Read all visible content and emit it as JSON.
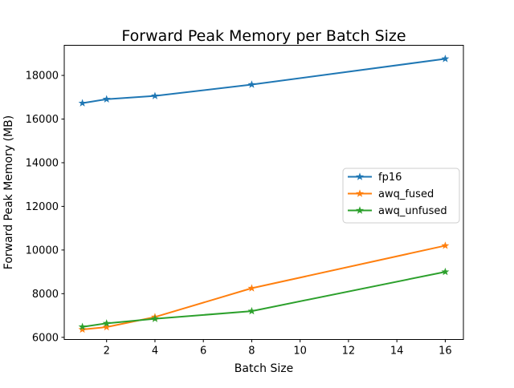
{
  "window": {
    "background": "#ffffff"
  },
  "chart_data": {
    "type": "line",
    "title": "Forward Peak Memory per Batch Size",
    "xlabel": "Batch Size",
    "ylabel": "Forward Peak Memory (MB)",
    "x": [
      1,
      2,
      4,
      8,
      16
    ],
    "series": [
      {
        "name": "fp16",
        "color": "#1f77b4",
        "marker": "star",
        "values": [
          16730,
          16910,
          17060,
          17580,
          18760
        ]
      },
      {
        "name": "awq_fused",
        "color": "#ff7f0e",
        "marker": "star",
        "values": [
          6360,
          6470,
          6930,
          8250,
          10200
        ]
      },
      {
        "name": "awq_unfused",
        "color": "#2ca02c",
        "marker": "star",
        "values": [
          6480,
          6640,
          6850,
          7200,
          9000
        ]
      }
    ],
    "x_ticks": [
      2,
      4,
      6,
      8,
      10,
      12,
      14,
      16
    ],
    "y_ticks": [
      6000,
      8000,
      10000,
      12000,
      14000,
      16000,
      18000
    ],
    "xlim": [
      0.25,
      16.75
    ],
    "ylim": [
      5900,
      19380
    ],
    "grid": false,
    "legend": {
      "position": "right-center",
      "border_color": "#cccccc",
      "background": "#ffffff"
    },
    "spine_color": "#000000",
    "text_color": "#000000"
  }
}
